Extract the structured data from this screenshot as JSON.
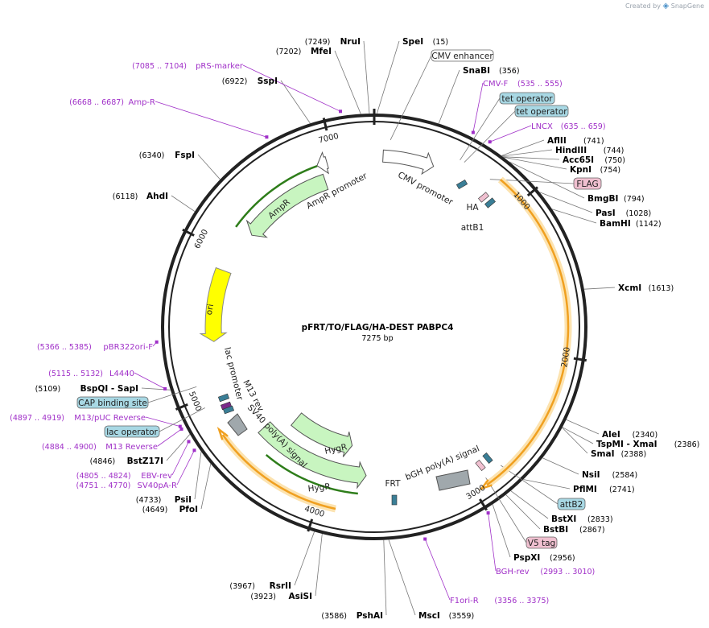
{
  "branding": {
    "created_by": "Created by",
    "app": "SnapGene"
  },
  "plasmid": {
    "name": "pFRT/TO/FLAG/HA-DEST PABPC4",
    "size": "7275 bp",
    "length": 7275
  },
  "ticks": [
    {
      "pos": 1000,
      "label": "1000"
    },
    {
      "pos": 2000,
      "label": "2000"
    },
    {
      "pos": 3000,
      "label": "3000"
    },
    {
      "pos": 4000,
      "label": "4000"
    },
    {
      "pos": 5000,
      "label": "5000"
    },
    {
      "pos": 6000,
      "label": "6000"
    },
    {
      "pos": 7000,
      "label": "7000"
    }
  ],
  "sites": [
    {
      "name": "SpeI",
      "pos_text": "(15)"
    },
    {
      "name": "NruI",
      "pos_text": "(7249)"
    },
    {
      "name": "MfeI",
      "pos_text": "(7202)"
    },
    {
      "name": "SspI",
      "pos_text": "(6922)"
    },
    {
      "name": "FspI",
      "pos_text": "(6340)"
    },
    {
      "name": "AhdI",
      "pos_text": "(6118)"
    },
    {
      "name": "SnaBI",
      "pos_text": "(356)"
    },
    {
      "name": "AflII",
      "pos_text": "(741)"
    },
    {
      "name": "HindIII",
      "pos_text": "(744)"
    },
    {
      "name": "Acc65I",
      "pos_text": "(750)"
    },
    {
      "name": "KpnI",
      "pos_text": "(754)"
    },
    {
      "name": "BmgBI",
      "pos_text": "(794)"
    },
    {
      "name": "PasI",
      "pos_text": "(1028)"
    },
    {
      "name": "BamHI",
      "pos_text": "(1142)"
    },
    {
      "name": "XcmI",
      "pos_text": "(1613)"
    },
    {
      "name": "AleI",
      "pos_text": "(2340)"
    },
    {
      "name": "TspMI - XmaI",
      "pos_text": "(2386)"
    },
    {
      "name": "SmaI",
      "pos_text": "(2388)"
    },
    {
      "name": "NsiI",
      "pos_text": "(2584)"
    },
    {
      "name": "PflMI",
      "pos_text": "(2741)"
    },
    {
      "name": "BstXI",
      "pos_text": "(2833)"
    },
    {
      "name": "BstBI",
      "pos_text": "(2867)"
    },
    {
      "name": "PspXI",
      "pos_text": "(2956)"
    },
    {
      "name": "MscI",
      "pos_text": "(3559)"
    },
    {
      "name": "PshAI",
      "pos_text": "(3586)"
    },
    {
      "name": "RsrII",
      "pos_text": "(3967)"
    },
    {
      "name": "AsiSI",
      "pos_text": "(3923)"
    },
    {
      "name": "PsiI",
      "pos_text": "(4733)"
    },
    {
      "name": "PfoI",
      "pos_text": "(4649)"
    },
    {
      "name": "BstZ17I",
      "pos_text": "(4846)"
    },
    {
      "name": "BspQI - SapI",
      "pos_text": "(5109)"
    }
  ],
  "primers": [
    {
      "name": "pRS-marker",
      "range": "(7085 .. 7104)"
    },
    {
      "name": "Amp-R",
      "range": "(6668 .. 6687)"
    },
    {
      "name": "CMV-F",
      "range": "(535 .. 555)"
    },
    {
      "name": "LNCX",
      "range": "(635 .. 659)"
    },
    {
      "name": "pBR322ori-F",
      "range": "(5366 .. 5385)"
    },
    {
      "name": "L4440",
      "range": "(5115 .. 5132)"
    },
    {
      "name": "M13/pUC Reverse",
      "range": "(4897 .. 4919)"
    },
    {
      "name": "M13 Reverse",
      "range": "(4884 .. 4900)"
    },
    {
      "name": "EBV-rev",
      "range": "(4805 .. 4824)"
    },
    {
      "name": "SV40pA-R",
      "range": "(4751 .. 4770)"
    },
    {
      "name": "BGH-rev",
      "range": "(2993 .. 3010)"
    },
    {
      "name": "F1ori-R",
      "range": "(3356 .. 3375)"
    }
  ],
  "boxed_features": [
    {
      "name": "CMV enhancer"
    },
    {
      "name": "tet operator"
    },
    {
      "name": "tet operator"
    },
    {
      "name": "FLAG"
    },
    {
      "name": "attB2"
    },
    {
      "name": "V5 tag"
    },
    {
      "name": "CAP binding site"
    },
    {
      "name": "lac operator"
    }
  ],
  "feature_labels": [
    {
      "name": "CMV promoter"
    },
    {
      "name": "HA"
    },
    {
      "name": "attB1"
    },
    {
      "name": "AmpR promoter"
    },
    {
      "name": "AmpR"
    },
    {
      "name": "ori"
    },
    {
      "name": "lac promoter"
    },
    {
      "name": "M13 rev"
    },
    {
      "name": "SV40 poly(A) signal"
    },
    {
      "name": "HygR"
    },
    {
      "name": "HygR"
    },
    {
      "name": "FRT"
    },
    {
      "name": "bGH poly(A) signal"
    }
  ],
  "colors": {
    "backbone": "#222222",
    "primer": "#a030c8",
    "orange_arc": "#f0a020",
    "orange_glow": "#fce3b0",
    "green_arrow": "#c8f5c0",
    "green_line": "#2e7d1a",
    "ori": "#ffff00",
    "teal_box": "#a8d8e4",
    "pink_box": "#f0c0d0",
    "marker_teal": "#3a7e96",
    "grey_feature": "#a0a8ac"
  }
}
